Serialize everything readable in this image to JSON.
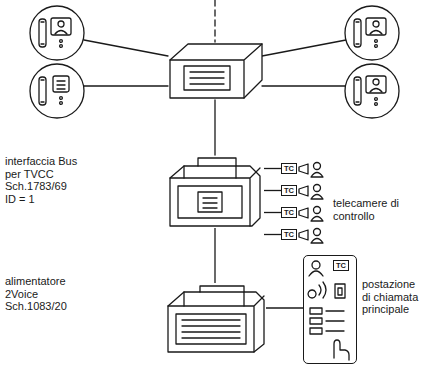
{
  "diagram": {
    "nodes": [
      {
        "text": [
          "interfaccia Bus per TVCC Sch.1783/69 ID = 1"
        ]
      },
      {
        "text": [
          "TC"
        ]
      },
      {
        "text": [
          "TC"
        ]
      },
      {
        "text": [
          "TC"
        ]
      },
      {
        "text": [
          "TC"
        ]
      },
      {
        "text": [
          "alimentatore 2Voice Sch.1083/20"
        ]
      },
      {
        "text": [
          "TC",
          "postazione di chiamata principale"
        ]
      }
    ],
    "edges": [
      {
        "from": 0,
        "to": 1,
        "arrow": "none"
      },
      {
        "from": 0,
        "to": 2,
        "arrow": "none"
      },
      {
        "from": 0,
        "to": 3,
        "arrow": "none"
      },
      {
        "from": 0,
        "to": 4,
        "arrow": "none"
      },
      {
        "from": 0,
        "to": 5,
        "arrow": "none"
      },
      {
        "from": 5,
        "to": 6,
        "arrow": "none"
      }
    ],
    "labels": [
      "telecamere di controllo"
    ]
  }
}
